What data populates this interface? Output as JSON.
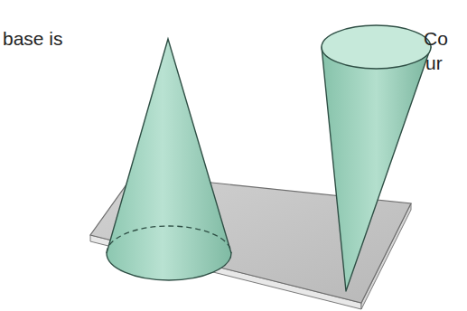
{
  "diagram": {
    "labels": [
      "base is",
      "Co",
      "ur"
    ]
  }
}
